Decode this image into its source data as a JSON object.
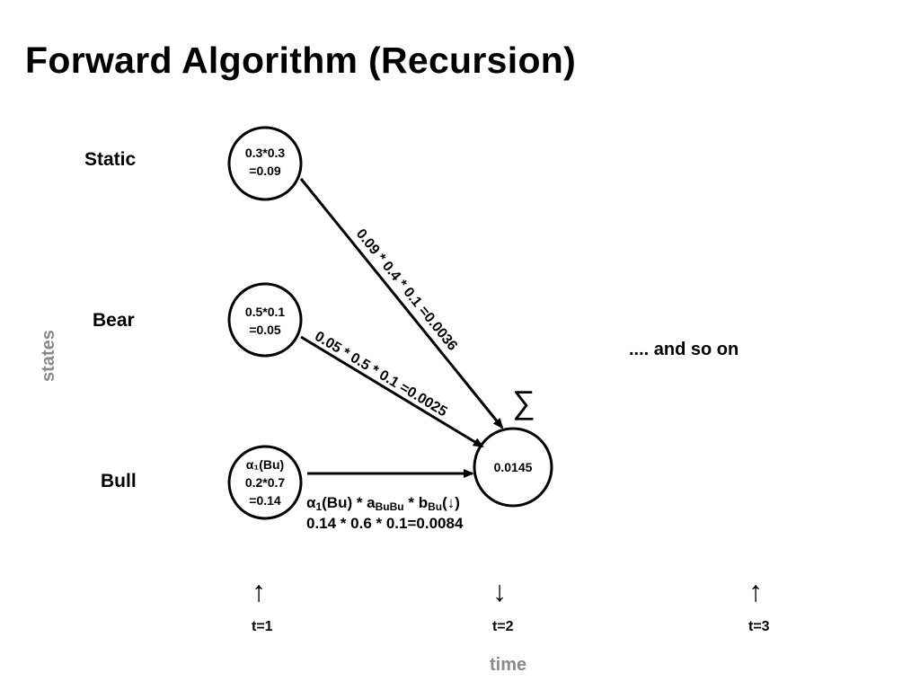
{
  "title": "Forward Algorithm (Recursion)",
  "states": {
    "static": "Static",
    "bear": "Bear",
    "bull": "Bull",
    "axis": "states"
  },
  "nodes": {
    "static_t1": [
      "0.3*0.3",
      "=0.09"
    ],
    "bear_t1": [
      "0.5*0.1",
      "=0.05"
    ],
    "bull_t1": [
      "α₁(Bu)",
      "0.2*0.7",
      "=0.14"
    ],
    "bull_t2": [
      "0.0145"
    ]
  },
  "edges": {
    "static_to_bull": "0.09 * 0.4 * 0.1 =0.0036",
    "bear_to_bull": "0.05 * 0.5 * 0.1 =0.0025"
  },
  "formula": {
    "alpha": "α",
    "alpha_sub": "1",
    "alpha_rest": "(Bu) * a",
    "a_sub": "BuBu",
    "b": " * b",
    "b_sub": "Bu",
    "b_rest": "(↓)",
    "line2": "0.14 * 0.6 * 0.1=0.0084"
  },
  "sum_symbol": "∑",
  "and_so_on": ".... and so on",
  "time_steps": [
    {
      "arrow": "↑",
      "label": "t=1"
    },
    {
      "arrow": "↓",
      "label": "t=2"
    },
    {
      "arrow": "↑",
      "label": "t=3"
    }
  ],
  "time_axis": "time"
}
